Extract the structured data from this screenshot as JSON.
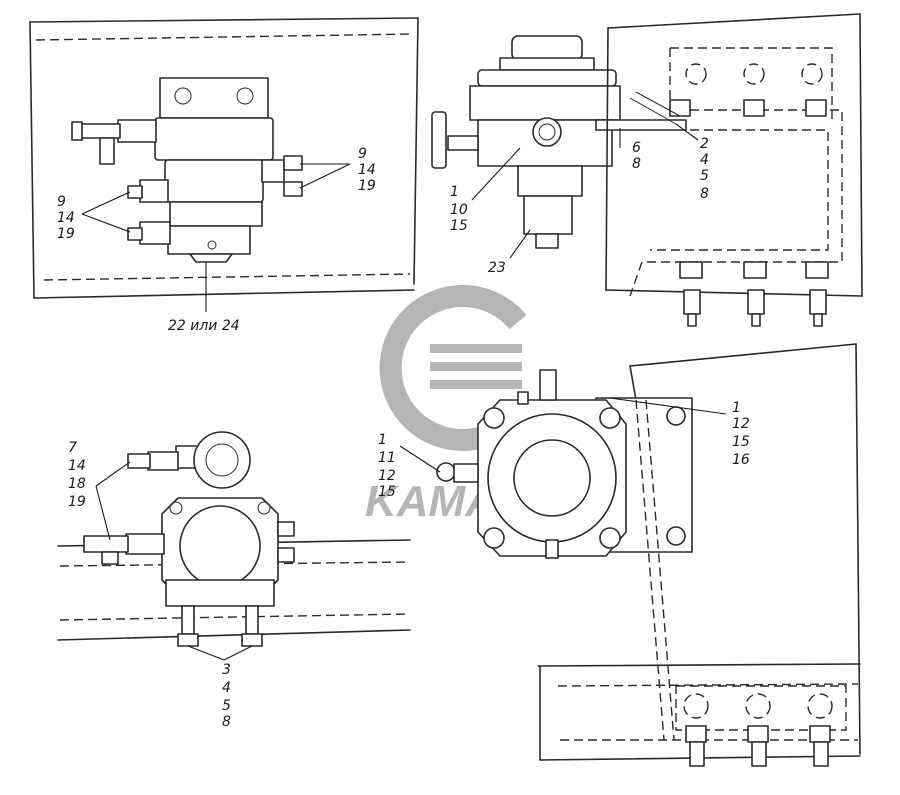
{
  "watermark": {
    "brand_text": "KAMAZ",
    "color": "#8a8a8a"
  },
  "callouts": {
    "top_left_right": [
      "9",
      "14",
      "19"
    ],
    "top_left_left": [
      "9",
      "14",
      "19"
    ],
    "top_left_bottom": "22 или 24",
    "top_center_right": [
      "6",
      "8"
    ],
    "top_right_bolts": [
      "2",
      "4",
      "5",
      "8"
    ],
    "top_center_left": [
      "1",
      "10",
      "15"
    ],
    "top_center_bottom": "23",
    "bottom_left_top": [
      "7",
      "14",
      "18",
      "19"
    ],
    "bottom_left_bolts": [
      "3",
      "4",
      "5",
      "8"
    ],
    "bottom_center_left": [
      "1",
      "11",
      "12",
      "15"
    ],
    "bottom_right_top": [
      "1",
      "12",
      "15",
      "16"
    ]
  },
  "colors": {
    "line": "#2a2a2a",
    "background": "#ffffff"
  }
}
